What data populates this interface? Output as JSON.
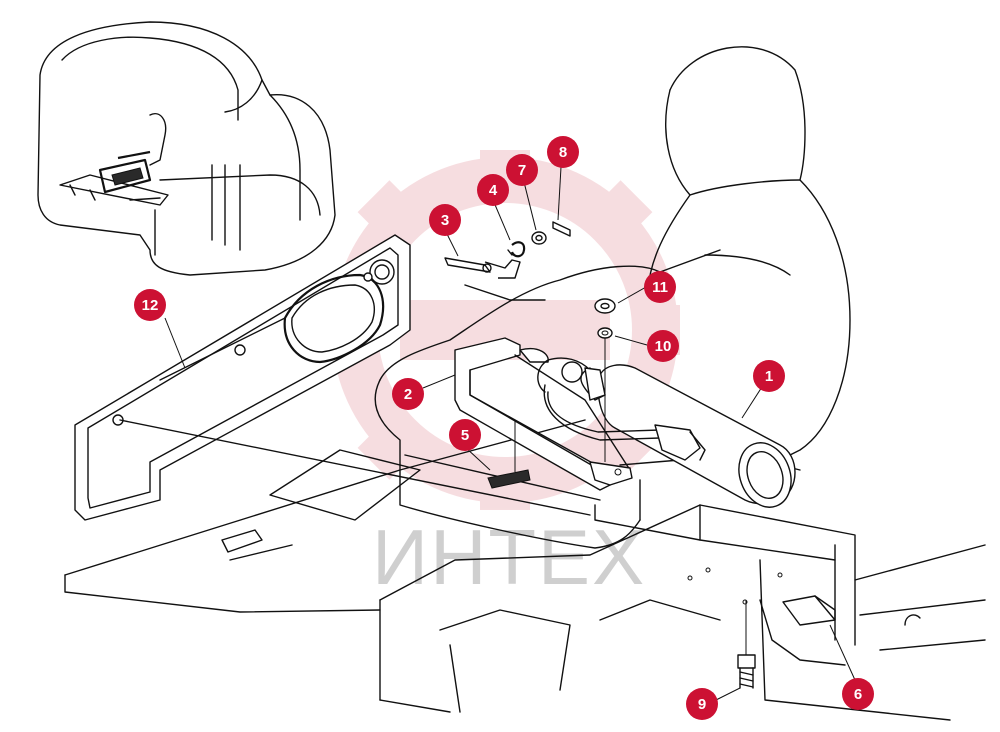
{
  "watermark": {
    "text": "ИНТЕХ",
    "color": "#e8a0a8"
  },
  "callout_color": "#cc1133",
  "callouts": [
    {
      "id": "1",
      "label": "1"
    },
    {
      "id": "2",
      "label": "2"
    },
    {
      "id": "3",
      "label": "3"
    },
    {
      "id": "4",
      "label": "4"
    },
    {
      "id": "5",
      "label": "5"
    },
    {
      "id": "6",
      "label": "6"
    },
    {
      "id": "7",
      "label": "7"
    },
    {
      "id": "8",
      "label": "8"
    },
    {
      "id": "9",
      "label": "9"
    },
    {
      "id": "10",
      "label": "10"
    },
    {
      "id": "11",
      "label": "11"
    },
    {
      "id": "12",
      "label": "12"
    }
  ]
}
